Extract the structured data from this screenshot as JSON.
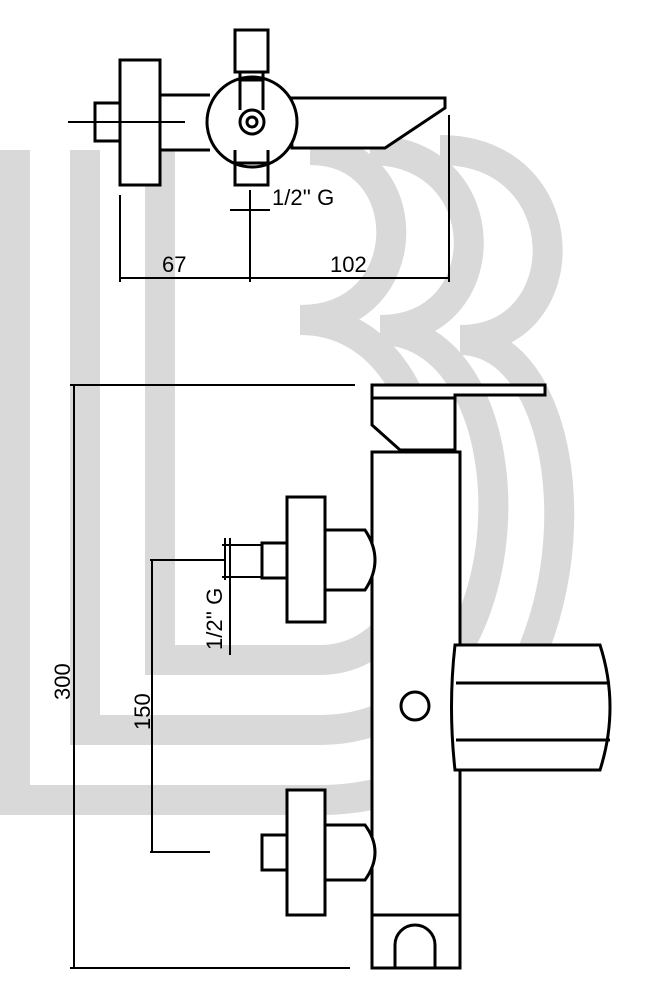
{
  "drawing": {
    "watermark_text": "LB",
    "top_view": {
      "dim_left": "67",
      "dim_right": "102",
      "thread_label": "1/2'' G"
    },
    "side_view": {
      "dim_height": "300",
      "dim_inlet_spacing": "150",
      "thread_label": "1/2'' G"
    }
  }
}
